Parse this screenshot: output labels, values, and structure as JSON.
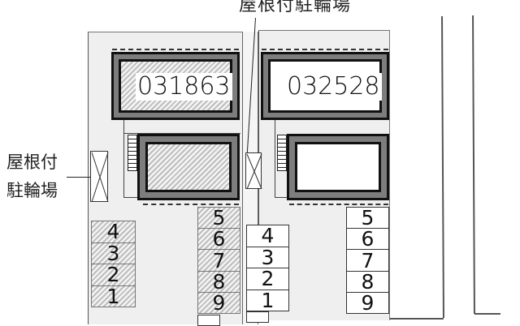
{
  "map": {
    "type": "apartment site plan",
    "buildings": [
      {
        "id": "left-top",
        "room_number": "031863",
        "style": "hatched"
      },
      {
        "id": "left-bottom",
        "room_number": "",
        "style": "hatched"
      },
      {
        "id": "right-top",
        "room_number": "032528",
        "style": "plain"
      },
      {
        "id": "right-bottom",
        "room_number": "",
        "style": "plain"
      }
    ],
    "labels": {
      "covered_bicycle_parking_top": "屋根付駐輪場",
      "covered_bicycle_parking_left_line1": "屋根付",
      "covered_bicycle_parking_left_line2": "駐輪場"
    },
    "parking": {
      "left_lot_col1": [
        "4",
        "3",
        "2",
        "1"
      ],
      "left_lot_col2": [
        "5",
        "6",
        "7",
        "8",
        "9"
      ],
      "right_lot_col1": [
        "4",
        "3",
        "2",
        "1"
      ],
      "right_lot_col2": [
        "5",
        "6",
        "7",
        "8",
        "9"
      ]
    },
    "colors": {
      "lot_background": "#efefef",
      "building_frame": "#7d7d7d",
      "hatch_light": "#f4f4f4",
      "hatch_dark": "#bdbdbd",
      "outline": "#111111"
    }
  }
}
